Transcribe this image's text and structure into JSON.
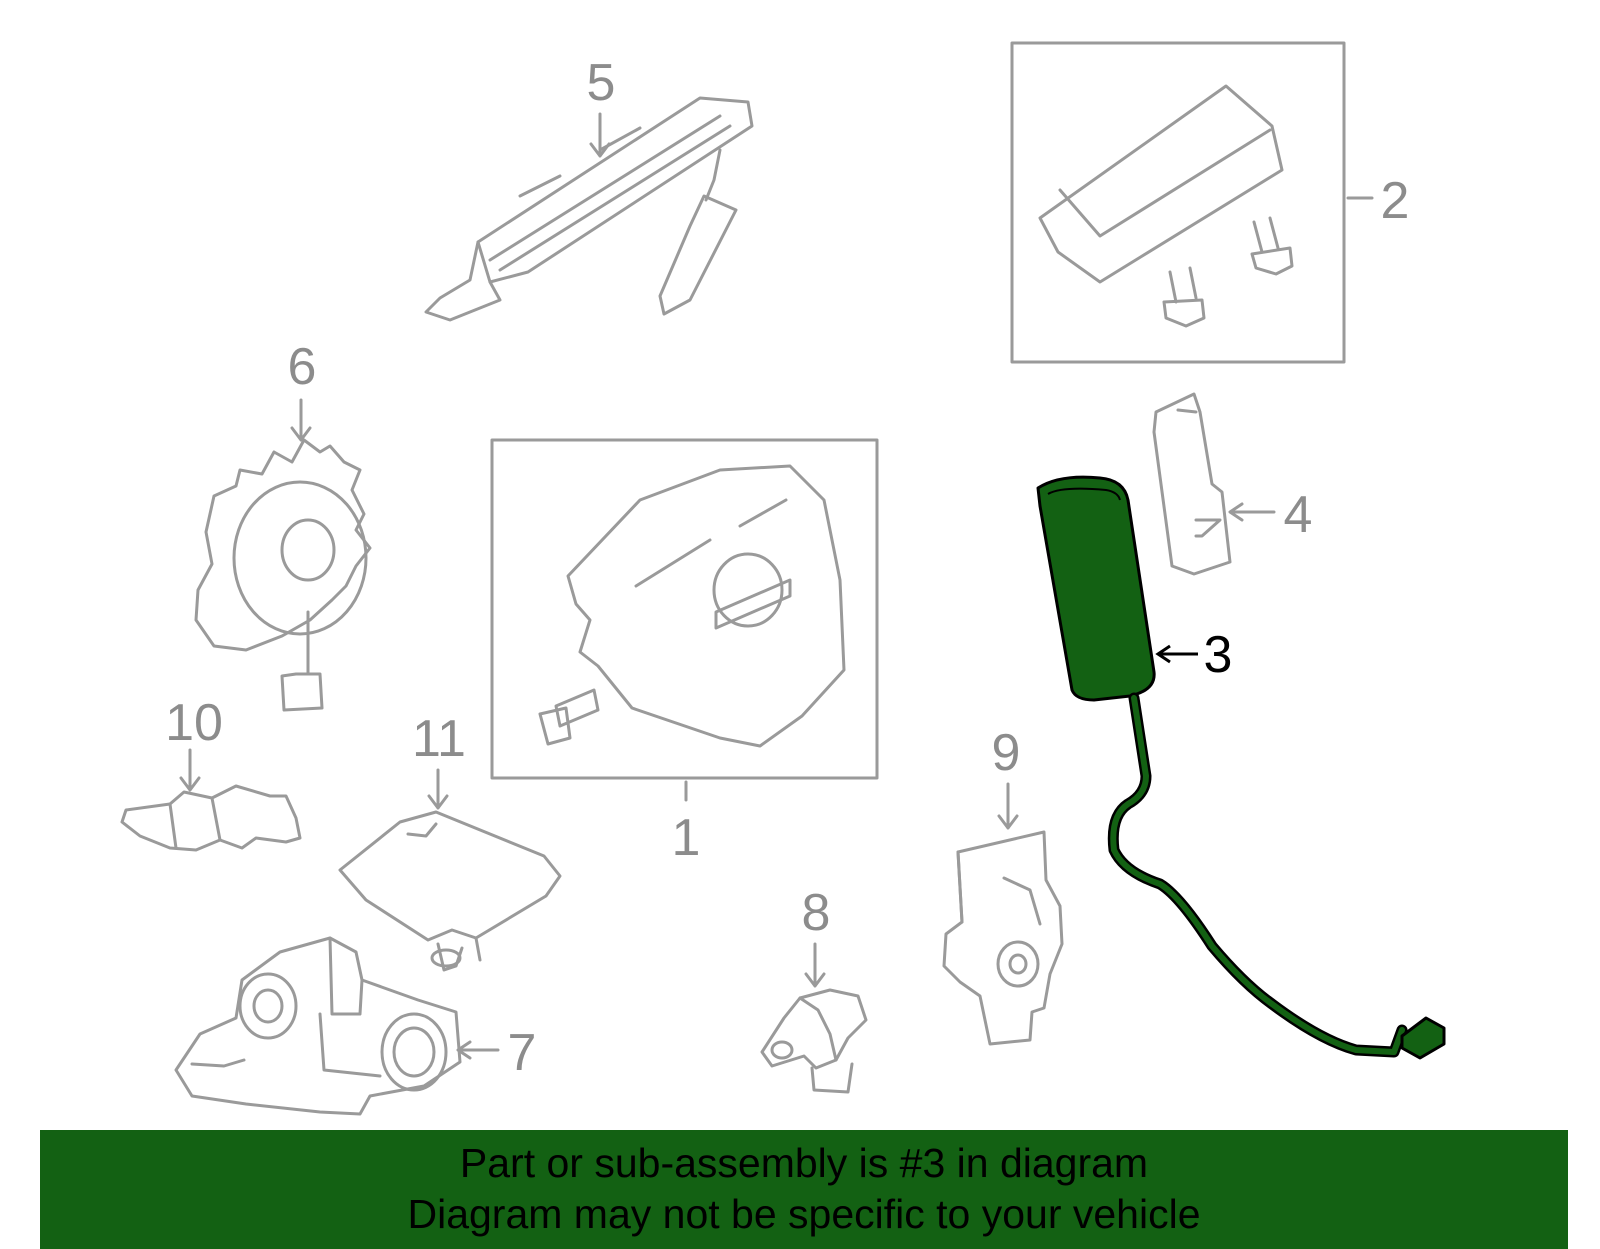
{
  "callouts": {
    "c1": "1",
    "c2": "2",
    "c3": "3",
    "c4": "4",
    "c5": "5",
    "c6": "6",
    "c7": "7",
    "c8": "8",
    "c9": "9",
    "c10": "10",
    "c11": "11"
  },
  "highlight": {
    "part_number": "3",
    "color": "#136113"
  },
  "banner": {
    "line1": "Part or sub-assembly is #3 in diagram",
    "line2": "Diagram may not be specific to your vehicle",
    "background": "#136113"
  }
}
